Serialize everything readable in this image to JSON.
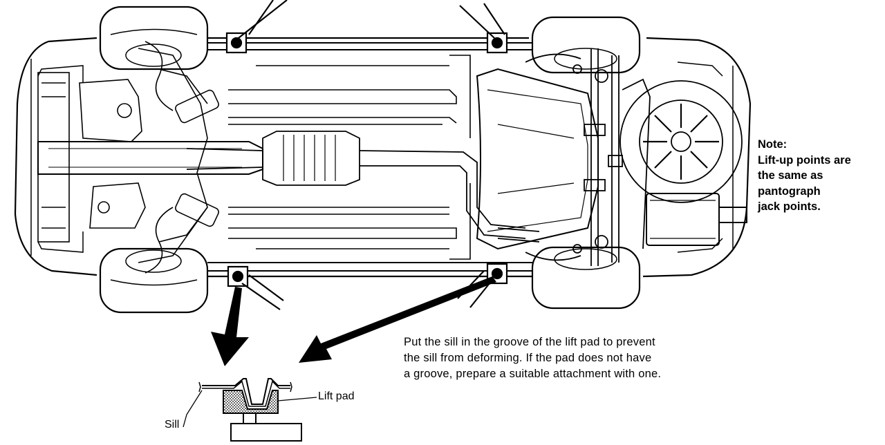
{
  "note": {
    "lines": [
      "Note:",
      "Lift-up points are",
      "the same as",
      "pantograph",
      "jack points."
    ]
  },
  "instruction": {
    "lines": [
      "Put the sill in the groove of the lift pad to prevent",
      "the sill from deforming.  If the pad does not have",
      "a groove, prepare a suitable attachment with one."
    ]
  },
  "labels": {
    "lift_pad": "Lift pad",
    "sill": "Sill"
  }
}
